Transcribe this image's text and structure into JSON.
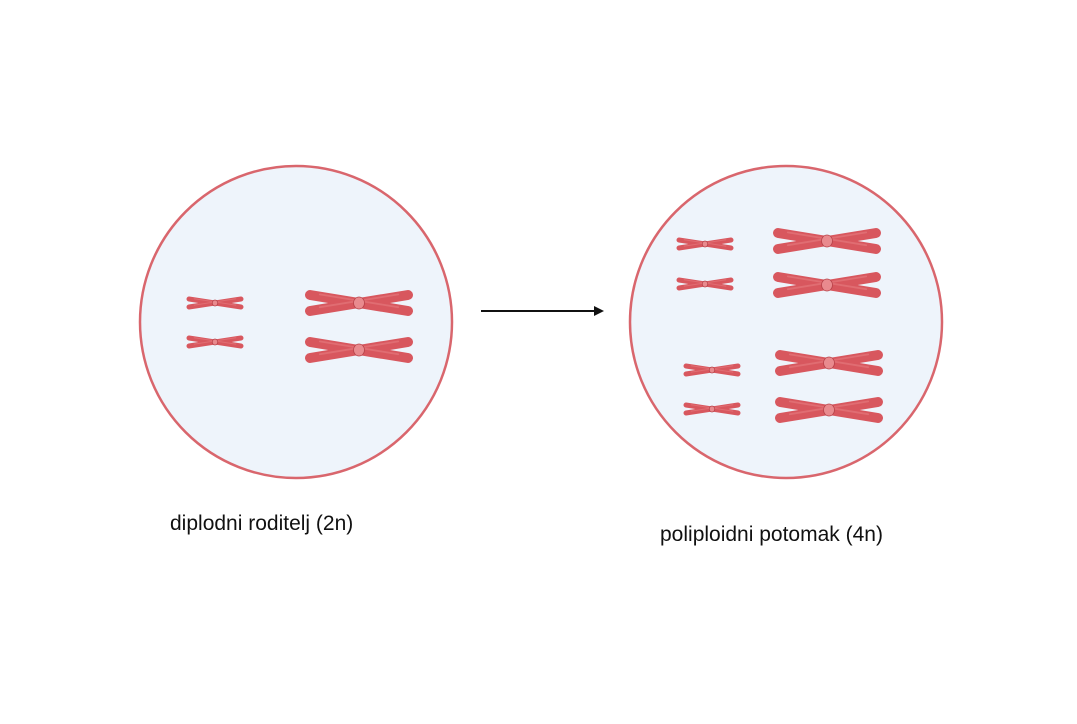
{
  "diagram": {
    "left_cell": {
      "label": "diplodni roditelj (2n)"
    },
    "right_cell": {
      "label": "poliploidni potomak (4n)"
    },
    "arrow": {
      "meaning": "polyploidization"
    },
    "colors": {
      "cell_fill": "#eef4fb",
      "cell_border": "#d9666d",
      "chromosome_fill": "#d8575e",
      "chromosome_stroke": "#b8434a",
      "centromere_fill": "#e98a8e",
      "arrow": "#111111"
    }
  }
}
